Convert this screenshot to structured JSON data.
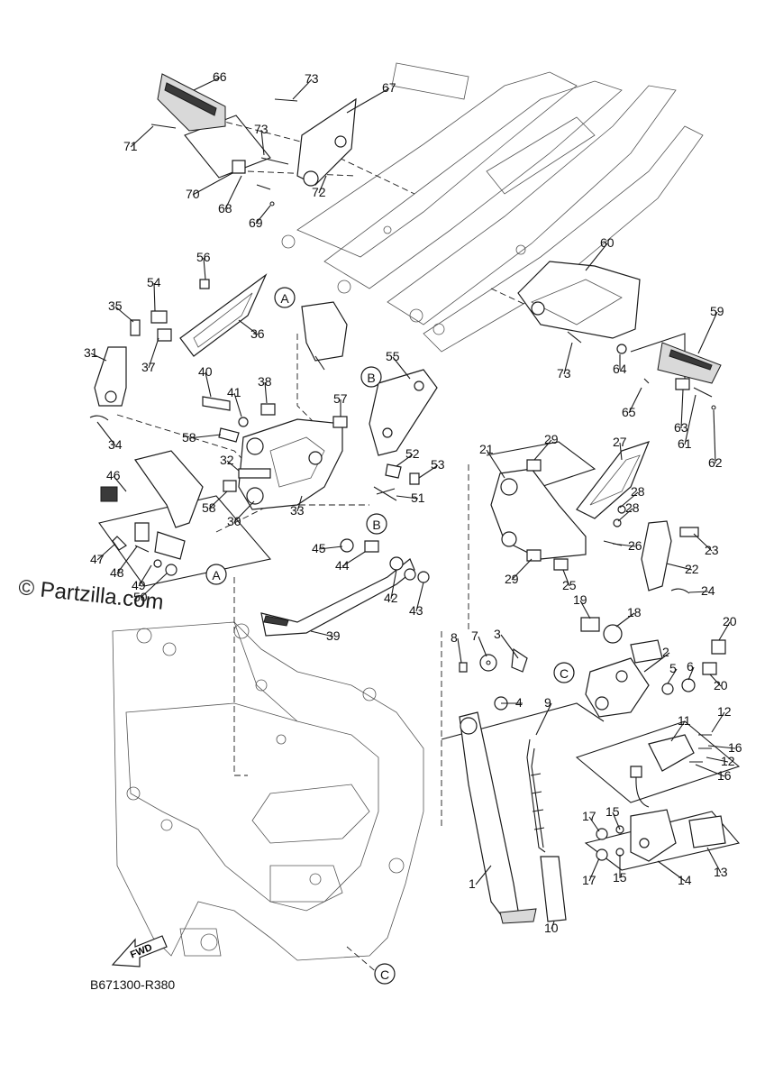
{
  "watermark": "© Partzilla.com",
  "drawing_code": "B671300-R380",
  "fwd_label": "FWD",
  "callouts": [
    {
      "id": "1",
      "label": "1"
    },
    {
      "id": "2",
      "label": "2"
    },
    {
      "id": "3",
      "label": "3"
    },
    {
      "id": "4",
      "label": "4"
    },
    {
      "id": "5",
      "label": "5"
    },
    {
      "id": "6",
      "label": "6"
    },
    {
      "id": "7",
      "label": "7"
    },
    {
      "id": "8",
      "label": "8"
    },
    {
      "id": "9",
      "label": "9"
    },
    {
      "id": "10",
      "label": "10"
    },
    {
      "id": "11",
      "label": "11"
    },
    {
      "id": "12a",
      "label": "12"
    },
    {
      "id": "12b",
      "label": "12"
    },
    {
      "id": "13",
      "label": "13"
    },
    {
      "id": "14",
      "label": "14"
    },
    {
      "id": "15a",
      "label": "15"
    },
    {
      "id": "15b",
      "label": "15"
    },
    {
      "id": "16a",
      "label": "16"
    },
    {
      "id": "16b",
      "label": "16"
    },
    {
      "id": "17a",
      "label": "17"
    },
    {
      "id": "17b",
      "label": "17"
    },
    {
      "id": "18",
      "label": "18"
    },
    {
      "id": "19",
      "label": "19"
    },
    {
      "id": "20a",
      "label": "20"
    },
    {
      "id": "20b",
      "label": "20"
    },
    {
      "id": "21",
      "label": "21"
    },
    {
      "id": "22",
      "label": "22"
    },
    {
      "id": "23",
      "label": "23"
    },
    {
      "id": "24",
      "label": "24"
    },
    {
      "id": "25",
      "label": "25"
    },
    {
      "id": "26",
      "label": "26"
    },
    {
      "id": "27",
      "label": "27"
    },
    {
      "id": "28a",
      "label": "28"
    },
    {
      "id": "28b",
      "label": "28"
    },
    {
      "id": "29a",
      "label": "29"
    },
    {
      "id": "29b",
      "label": "29"
    },
    {
      "id": "30",
      "label": "30"
    },
    {
      "id": "31",
      "label": "31"
    },
    {
      "id": "32",
      "label": "32"
    },
    {
      "id": "33",
      "label": "33"
    },
    {
      "id": "34",
      "label": "34"
    },
    {
      "id": "35",
      "label": "35"
    },
    {
      "id": "36",
      "label": "36"
    },
    {
      "id": "37",
      "label": "37"
    },
    {
      "id": "38",
      "label": "38"
    },
    {
      "id": "39",
      "label": "39"
    },
    {
      "id": "40",
      "label": "40"
    },
    {
      "id": "41",
      "label": "41"
    },
    {
      "id": "42",
      "label": "42"
    },
    {
      "id": "43",
      "label": "43"
    },
    {
      "id": "44",
      "label": "44"
    },
    {
      "id": "45",
      "label": "45"
    },
    {
      "id": "46",
      "label": "46"
    },
    {
      "id": "47",
      "label": "47"
    },
    {
      "id": "48",
      "label": "48"
    },
    {
      "id": "49",
      "label": "49"
    },
    {
      "id": "50",
      "label": "50"
    },
    {
      "id": "51",
      "label": "51"
    },
    {
      "id": "52",
      "label": "52"
    },
    {
      "id": "53",
      "label": "53"
    },
    {
      "id": "54",
      "label": "54"
    },
    {
      "id": "55",
      "label": "55"
    },
    {
      "id": "56",
      "label": "56"
    },
    {
      "id": "57",
      "label": "57"
    },
    {
      "id": "58a",
      "label": "58"
    },
    {
      "id": "58b",
      "label": "58"
    },
    {
      "id": "59",
      "label": "59"
    },
    {
      "id": "60",
      "label": "60"
    },
    {
      "id": "61",
      "label": "61"
    },
    {
      "id": "62",
      "label": "62"
    },
    {
      "id": "63",
      "label": "63"
    },
    {
      "id": "64",
      "label": "64"
    },
    {
      "id": "65",
      "label": "65"
    },
    {
      "id": "66",
      "label": "66"
    },
    {
      "id": "67",
      "label": "67"
    },
    {
      "id": "68",
      "label": "68"
    },
    {
      "id": "69",
      "label": "69"
    },
    {
      "id": "70",
      "label": "70"
    },
    {
      "id": "71",
      "label": "71"
    },
    {
      "id": "72",
      "label": "72"
    },
    {
      "id": "73a",
      "label": "73"
    },
    {
      "id": "73b",
      "label": "73"
    },
    {
      "id": "73c",
      "label": "73"
    }
  ],
  "references": [
    {
      "id": "A1",
      "label": "A"
    },
    {
      "id": "A2",
      "label": "A"
    },
    {
      "id": "B1",
      "label": "B"
    },
    {
      "id": "B2",
      "label": "B"
    },
    {
      "id": "C1",
      "label": "C"
    },
    {
      "id": "C2",
      "label": "C"
    }
  ]
}
